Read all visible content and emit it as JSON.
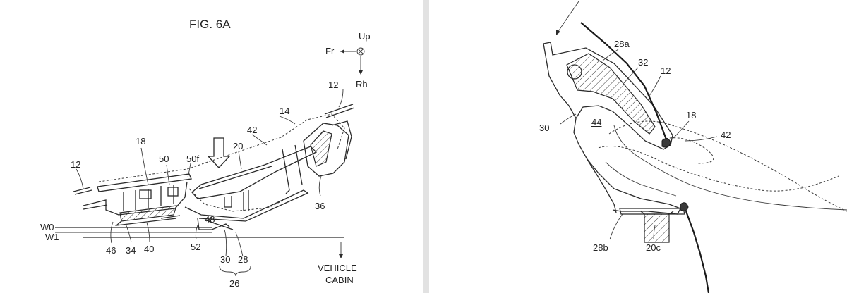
{
  "figure": {
    "title": "FIG. 6A"
  },
  "orientation": {
    "up": "Up",
    "front": "Fr",
    "right": "Rh"
  },
  "cabin_label": {
    "line1": "VEHICLE",
    "line2": "CABIN"
  },
  "left_labels": {
    "ref_12_top": "12",
    "ref_12_left": "12",
    "ref_14": "14",
    "ref_42": "42",
    "ref_18": "18",
    "ref_50": "50",
    "ref_50f": "50f",
    "ref_20": "20",
    "ref_36": "36",
    "ref_48": "48",
    "ref_52": "52",
    "ref_46": "46",
    "ref_34": "34",
    "ref_40": "40",
    "ref_30": "30",
    "ref_28": "28",
    "ref_26": "26",
    "ref_w0": "W0",
    "ref_w1": "W1"
  },
  "right_labels": {
    "ref_28a": "28a",
    "ref_32": "32",
    "ref_12": "12",
    "ref_30": "30",
    "ref_44": "44",
    "ref_18": "18",
    "ref_42": "42",
    "ref_28b": "28b",
    "ref_20c": "20c"
  },
  "colors": {
    "line": "#2b2b2b",
    "divider": "#e2e2e2",
    "background": "#ffffff"
  }
}
